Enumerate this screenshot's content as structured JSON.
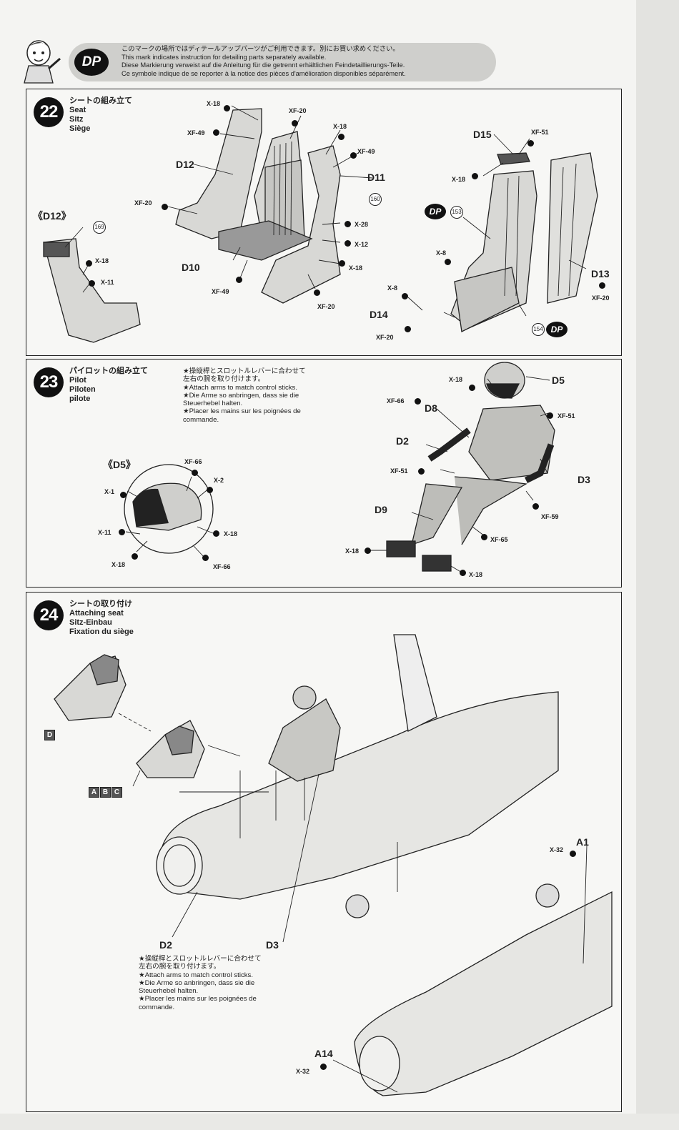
{
  "header": {
    "dp_badge": "DP",
    "lines": [
      "このマークの場所ではディテールアップパーツがご利用できます。別にお買い求めください。",
      "This mark indicates instruction for detailing parts separately available.",
      "Diese Markierung verweist auf die Anleitung für die getrennt erhältlichen Feindetaillierungs-Teile.",
      "Ce symbole indique de se reporter à la notice des pièces d'amélioration disponibles séparément."
    ]
  },
  "step22": {
    "number": "22",
    "title": [
      "シートの組み立て",
      "Seat",
      "Sitz",
      "Siège"
    ],
    "inset_label": "《D12》",
    "parts": {
      "d12": "D12",
      "d10": "D10",
      "d11": "D11",
      "d15": "D15",
      "d13": "D13",
      "d14": "D14"
    },
    "paints": {
      "x18a": "X-18",
      "xf20a": "XF-20",
      "xf49a": "XF-49",
      "x18b": "X-18",
      "xf49b": "XF-49",
      "xf20b": "XF-20",
      "xf49c": "XF-49",
      "x28": "X-28",
      "x12": "X-12",
      "x18c": "X-18",
      "xf20c": "XF-20",
      "x18d": "X-18",
      "x11": "X-11",
      "xf51": "XF-51",
      "x18e": "X-18",
      "x8a": "X-8",
      "x8b": "X-8",
      "xf20d": "XF-20",
      "xf20e": "XF-20"
    },
    "circ": {
      "c169": "169",
      "c160": "160",
      "c153": "153",
      "c154": "154"
    },
    "dp": "DP"
  },
  "step23": {
    "number": "23",
    "title": [
      "パイロットの組み立て",
      "Pilot",
      "Piloten",
      "pilote"
    ],
    "note": [
      "★操縦桿とスロットルレバーに合わせて",
      "左右の腕を取り付けます。",
      "★Attach arms to match control sticks.",
      "★Die Arme so anbringen, dass sie die",
      "Steuerhebel halten.",
      "★Placer les mains sur les poignées de",
      "commande."
    ],
    "inset_label": "《D5》",
    "parts": {
      "d5": "D5",
      "d8": "D8",
      "d2": "D2",
      "d3": "D3",
      "d9": "D9"
    },
    "paints": {
      "xf66a": "XF-66",
      "x2": "X-2",
      "x1": "X-1",
      "x11": "X-11",
      "x18a": "X-18",
      "x18b": "X-18",
      "xf66b": "XF-66",
      "x18c": "X-18",
      "xf66c": "XF-66",
      "xf51a": "XF-51",
      "xf51b": "XF-51",
      "xf59": "XF-59",
      "xf65": "XF-65",
      "x18d": "X-18",
      "x18e": "X-18"
    }
  },
  "step24": {
    "number": "24",
    "title": [
      "シートの取り付け",
      "Attaching seat",
      "Sitz-Einbau",
      "Fixation du siège"
    ],
    "tags": [
      "D",
      "A",
      "B",
      "C"
    ],
    "parts": {
      "d2": "D2",
      "d3": "D3",
      "a1": "A1",
      "a14": "A14"
    },
    "paints": {
      "x32a": "X-32",
      "x32b": "X-32"
    },
    "note": [
      "★操縦桿とスロットルレバーに合わせて",
      "左右の腕を取り付けます。",
      "★Attach arms to match control sticks.",
      "★Die Arme so anbringen, dass sie die",
      "Steuerhebel halten.",
      "★Placer les mains sur les poignées de",
      "commande."
    ]
  }
}
